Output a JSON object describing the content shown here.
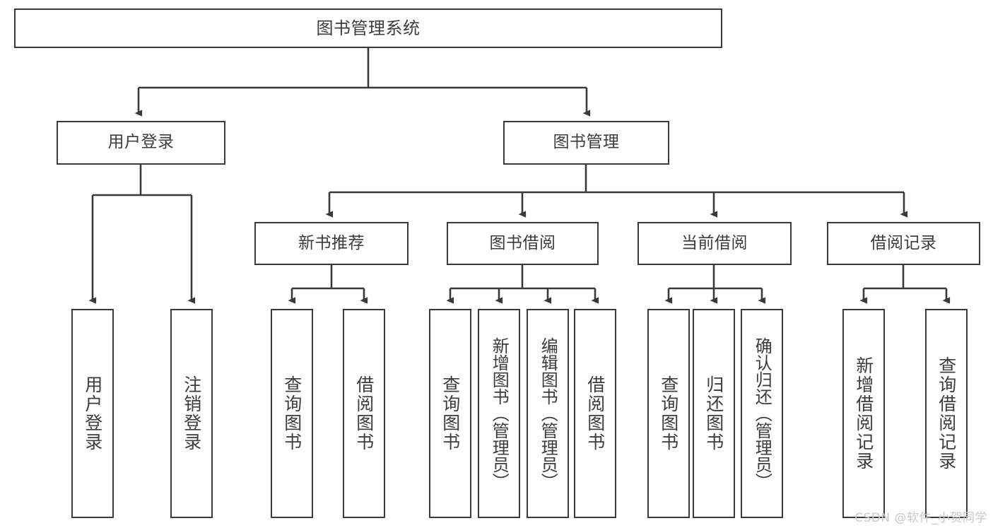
{
  "diagram": {
    "title": "图书管理系统",
    "type": "tree-hierarchy",
    "watermark": "CSDN @软件_小贺同学",
    "colors": {
      "box_border": "#3a3a3a",
      "box_fill": "#ffffff",
      "edge": "#3a3a3a",
      "text": "#3c3c3c",
      "watermark": "#c9c9c9"
    },
    "root": {
      "label": "图书管理系统"
    },
    "level2": [
      {
        "label": "用户登录"
      },
      {
        "label": "图书管理"
      }
    ],
    "level3": [
      {
        "label": "新书推荐"
      },
      {
        "label": "图书借阅"
      },
      {
        "label": "当前借阅"
      },
      {
        "label": "借阅记录"
      }
    ],
    "leaves": {
      "user_login": [
        {
          "label": "用户登录"
        },
        {
          "label": "注销登录"
        }
      ],
      "new_book_recommend": [
        {
          "label": "查询图书"
        },
        {
          "label": "借阅图书"
        }
      ],
      "book_borrow": [
        {
          "label": "查询图书"
        },
        {
          "label": "新增图书（管理员）"
        },
        {
          "label": "编辑图书（管理员）"
        },
        {
          "label": "借阅图书"
        }
      ],
      "current_borrow": [
        {
          "label": "查询图书"
        },
        {
          "label": "归还图书"
        },
        {
          "label": "确认归还（管理员）"
        }
      ],
      "borrow_records": [
        {
          "label": "新增借阅记录"
        },
        {
          "label": "查询借阅记录"
        }
      ]
    }
  }
}
